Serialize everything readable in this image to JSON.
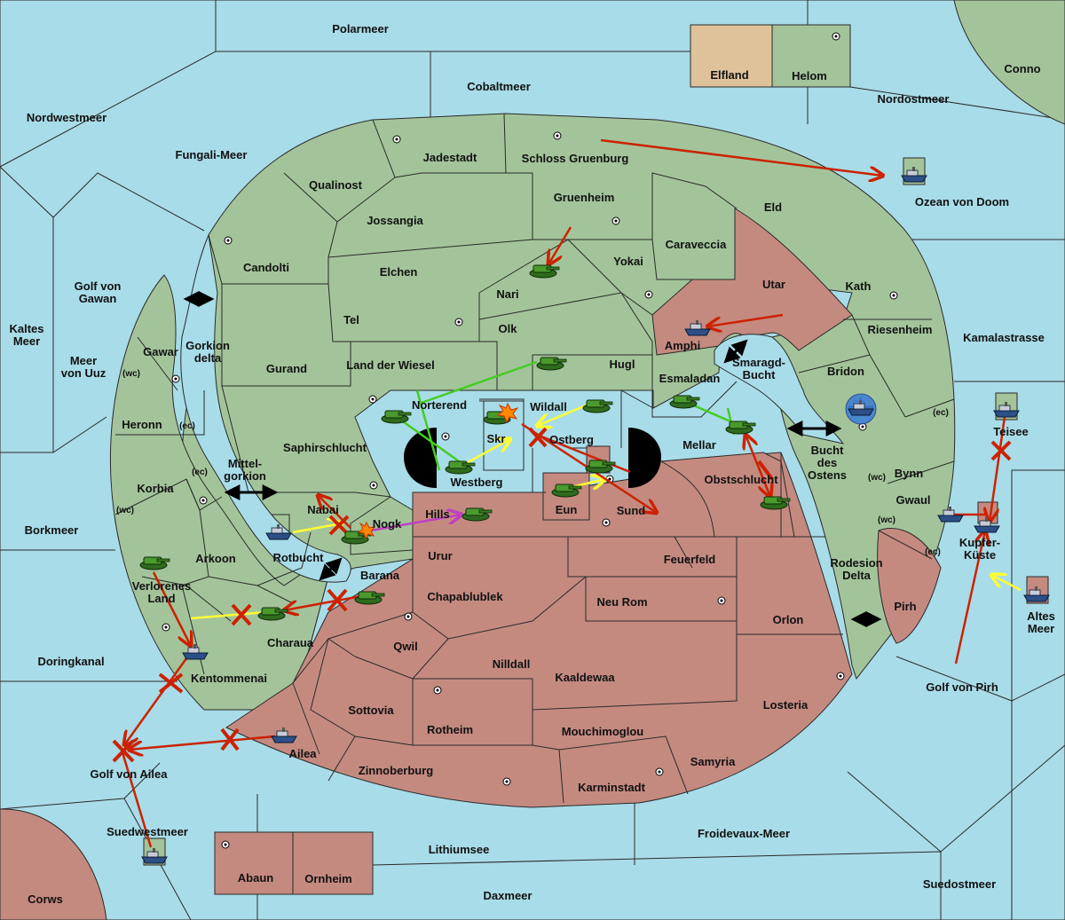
{
  "map": {
    "sea_color": "#a8dce8",
    "green_color": "#a3c49a",
    "red_color": "#c48a80",
    "tan_color": "#e0c29a",
    "sea_labels": {
      "polarmeer": "Polarmeer",
      "cobaltmeer": "Cobaltmeer",
      "nordwestmeer": "Nordwestmeer",
      "fungali": "Fungali-Meer",
      "nordostmeer": "Nordostmeer",
      "conno": "Conno",
      "ozean_doom": "Ozean von Doom",
      "golf_gawan_1": "Golf von",
      "golf_gawan_2": "Gawan",
      "kaltes_1": "Kaltes",
      "kaltes_2": "Meer",
      "meer_uuz_1": "Meer",
      "meer_uuz_2": "von Uuz",
      "gorkion_1": "Gorkion",
      "gorkion_2": "delta",
      "mittel_1": "Mittel-",
      "mittel_2": "gorkion",
      "borkmeer": "Borkmeer",
      "rotbucht": "Rotbucht",
      "doringkanal": "Doringkanal",
      "golf_ailea": "Golf von Ailea",
      "suedwestmeer": "Suedwestmeer",
      "corws": "Corws",
      "lithiumsee": "Lithiumsee",
      "daxmeer": "Daxmeer",
      "froidevaux": "Froidevaux-Meer",
      "suedostmeer": "Suedostmeer",
      "golf_pirh": "Golf von Pirh",
      "kamalastrasse": "Kamalastrasse",
      "bucht_1": "Bucht",
      "bucht_2": "des",
      "bucht_3": "Ostens",
      "smaragd_1": "Smaragd-",
      "smaragd_2": "Bucht",
      "rodesion_1": "Rodesion",
      "rodesion_2": "Delta",
      "teisee": "Teisee",
      "altes_1": "Altes",
      "altes_2": "Meer"
    },
    "land_labels": {
      "elfland": "Elfland",
      "helom": "Helom",
      "jadestadt": "Jadestadt",
      "schloss": "Schloss Gruenburg",
      "qualinost": "Qualinost",
      "grueheim": "Gruenheim",
      "eld": "Eld",
      "jossangia": "Jossangia",
      "caraveccia": "Caraveccia",
      "candolti": "Candolti",
      "elchen": "Elchen",
      "yokai": "Yokai",
      "utar": "Utar",
      "kath": "Kath",
      "nari": "Nari",
      "tel": "Tel",
      "olk": "Olk",
      "amphi": "Amphi",
      "riesenheim": "Riesenheim",
      "gawar": "Gawar",
      "gurand": "Gurand",
      "land_wiesel": "Land der Wiesel",
      "hugl": "Hugl",
      "bridon": "Bridon",
      "esmaladan": "Esmaladan",
      "heronn": "Heronn",
      "norterend": "Norterend",
      "wildall": "Wildall",
      "skr": "Skr",
      "ostberg": "Ostberg",
      "mellar": "Mellar",
      "saphir": "Saphirschlucht",
      "westberg": "Westberg",
      "korbia": "Korbia",
      "obstschlucht": "Obstschlucht",
      "bynn": "Bynn",
      "gwaul": "Gwaul",
      "nabai": "Nabai",
      "nogk": "Nogk",
      "hills": "Hills",
      "eun": "Eun",
      "sund": "Sund",
      "kupfer_1": "Kupfer-",
      "kupfer_2": "Küste",
      "arkoon": "Arkoon",
      "urur": "Urur",
      "feuerfeld": "Feuerfeld",
      "pirh": "Pirh",
      "verlorenes_1": "Verlorenes",
      "verlorenes_2": "Land",
      "barana": "Barana",
      "chapablublek": "Chapablublek",
      "neu_rom": "Neu Rom",
      "orlon": "Orlon",
      "charaua": "Charaua",
      "qwil": "Qwil",
      "nilldall": "Nilldall",
      "kaaldewaa": "Kaaldewaa",
      "kentommenai": "Kentommenai",
      "losteria": "Losteria",
      "sottovia": "Sottovia",
      "rotheim": "Rotheim",
      "mouchimoglou": "Mouchimoglou",
      "ailea": "Ailea",
      "samyria": "Samyria",
      "zinnoberburg": "Zinnoberburg",
      "karminstadt": "Karminstadt",
      "abaun": "Abaun",
      "ornheim": "Ornheim"
    },
    "coast_tags": {
      "wc1": "(wc)",
      "ec1": "(ec)",
      "ec2": "(ec)",
      "wc2": "(wc)",
      "ec3": "(ec)",
      "wc3": "(wc)",
      "wc4": "(wc)",
      "ec4": "(ec)"
    }
  }
}
